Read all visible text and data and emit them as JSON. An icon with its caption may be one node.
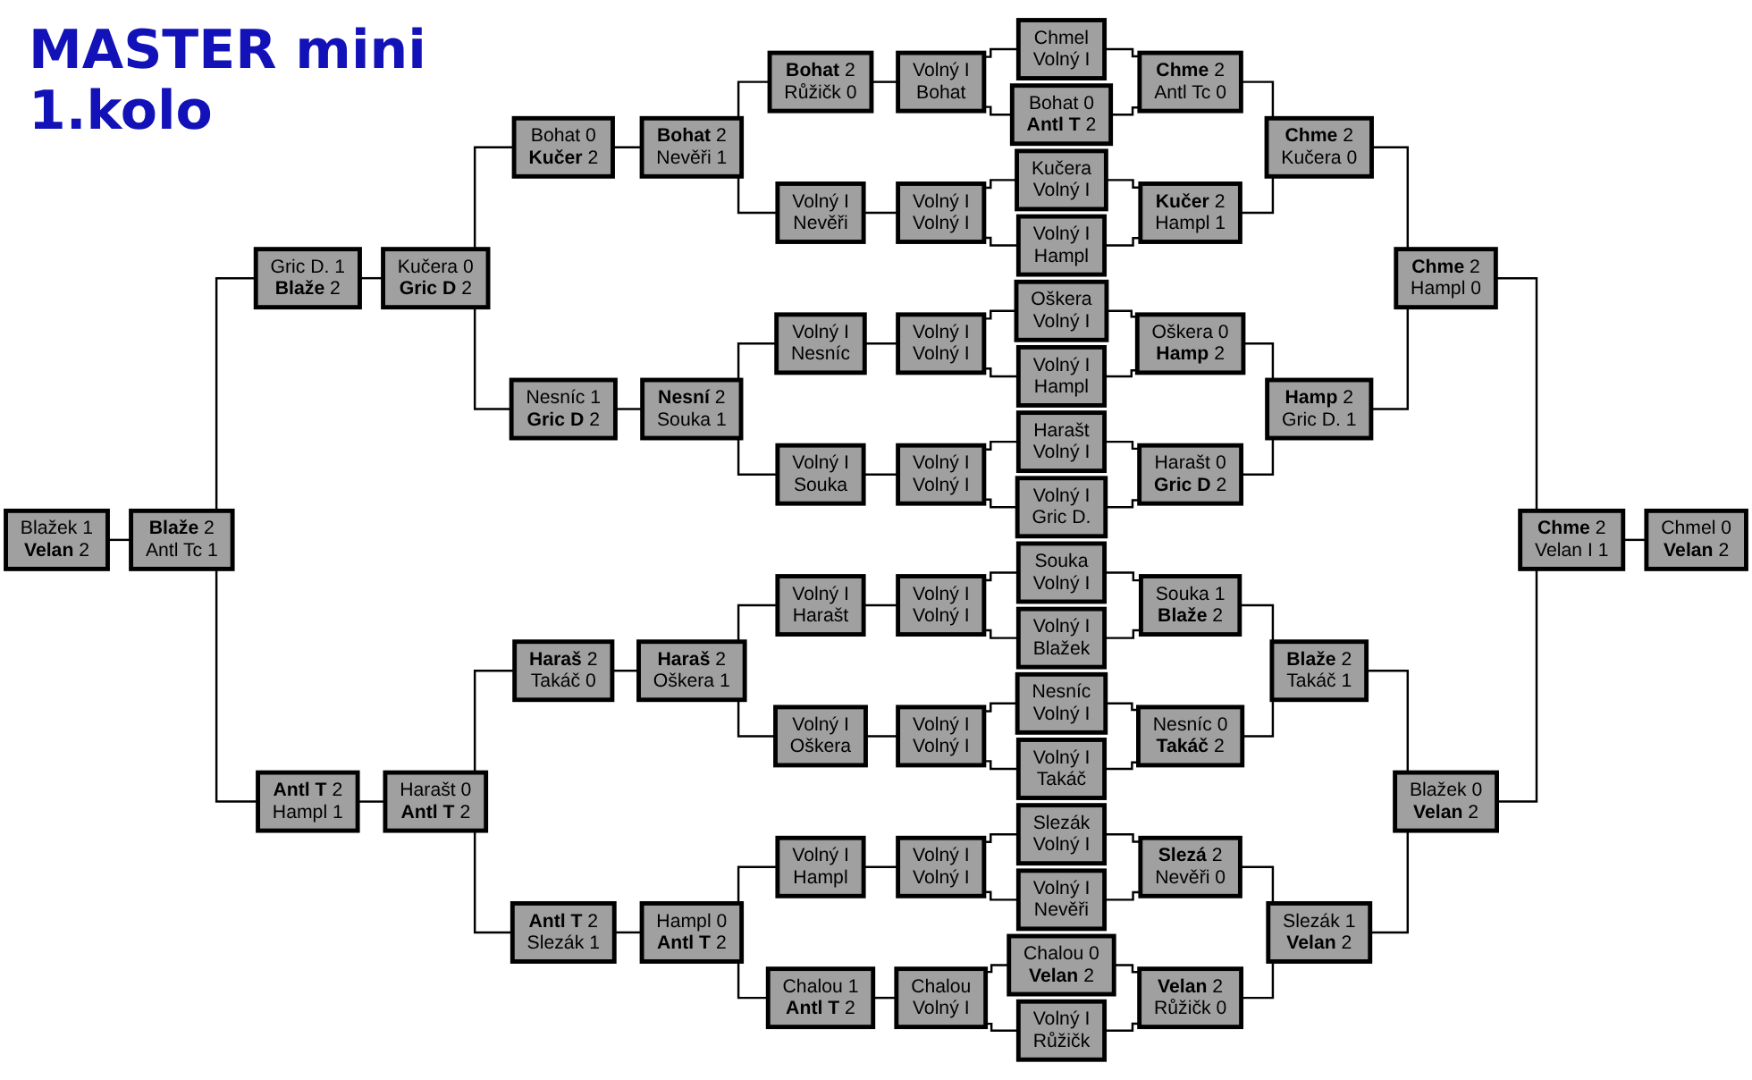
{
  "diagram": {
    "title": "MASTER mini 1.kolo",
    "nodes": [
      {
        "text": [
          "Blažek 1",
          "**Velan** 2"
        ]
      },
      {
        "text": [
          "**Blaže** 2",
          "Antl Tc 1"
        ]
      },
      {
        "text": [
          "Gric D. 1",
          "**Blaže** 2"
        ]
      },
      {
        "text": [
          "**Antl T** 2",
          "Hampl 1"
        ]
      },
      {
        "text": [
          "Kučera 0",
          "**Gric D** 2"
        ]
      },
      {
        "text": [
          "Harašt 0",
          "**Antl T** 2"
        ]
      },
      {
        "text": [
          "Bohat 0",
          "**Kučer** 2"
        ]
      },
      {
        "text": [
          "Nesníc 1",
          "**Gric D** 2"
        ]
      },
      {
        "text": [
          "**Haraš** 2",
          "Takáč 0"
        ]
      },
      {
        "text": [
          "**Antl T** 2",
          "Slezák 1"
        ]
      },
      {
        "text": [
          "**Bohat** 2",
          "Nevěři 1"
        ]
      },
      {
        "text": [
          "**Nesní** 2",
          "Souka 1"
        ]
      },
      {
        "text": [
          "**Haraš** 2",
          "Oškera 1"
        ]
      },
      {
        "text": [
          "Hampl 0",
          "**Antl T** 2"
        ]
      },
      {
        "text": [
          "**Bohat** 2",
          "Růžičk 0"
        ]
      },
      {
        "text": [
          "Volný I",
          "Nevěři"
        ]
      },
      {
        "text": [
          "Volný I",
          "Nesníc"
        ]
      },
      {
        "text": [
          "Volný I",
          "Souka"
        ]
      },
      {
        "text": [
          "Volný I",
          "Harašt"
        ]
      },
      {
        "text": [
          "Volný I",
          "Oškera"
        ]
      },
      {
        "text": [
          "Volný I",
          "Hampl"
        ]
      },
      {
        "text": [
          "Chalou 1",
          "**Antl T** 2"
        ]
      },
      {
        "text": [
          "Volný I",
          "Bohat"
        ]
      },
      {
        "text": [
          "Volný I",
          "Volný I"
        ]
      },
      {
        "text": [
          "Volný I",
          "Volný I"
        ]
      },
      {
        "text": [
          "Volný I",
          "Volný I"
        ]
      },
      {
        "text": [
          "Volný I",
          "Volný I"
        ]
      },
      {
        "text": [
          "Volný I",
          "Volný I"
        ]
      },
      {
        "text": [
          "Volný I",
          "Volný I"
        ]
      },
      {
        "text": [
          "Chalou",
          "Volný I"
        ]
      },
      {
        "text": [
          "Chmel",
          "Volný I"
        ]
      },
      {
        "text": [
          "Bohat 0",
          "**Antl T** 2"
        ]
      },
      {
        "text": [
          "Kučera",
          "Volný I"
        ]
      },
      {
        "text": [
          "Volný I",
          "Hampl"
        ]
      },
      {
        "text": [
          "Oškera",
          "Volný I"
        ]
      },
      {
        "text": [
          "Volný I",
          "Hampl"
        ]
      },
      {
        "text": [
          "Harašt",
          "Volný I"
        ]
      },
      {
        "text": [
          "Volný I",
          "Gric D."
        ]
      },
      {
        "text": [
          "Souka",
          "Volný I"
        ]
      },
      {
        "text": [
          "Volný I",
          "Blažek"
        ]
      },
      {
        "text": [
          "Nesníc",
          "Volný I"
        ]
      },
      {
        "text": [
          "Volný I",
          "Takáč"
        ]
      },
      {
        "text": [
          "Slezák",
          "Volný I"
        ]
      },
      {
        "text": [
          "Volný I",
          "Nevěři"
        ]
      },
      {
        "text": [
          "Chalou 0",
          "**Velan** 2"
        ]
      },
      {
        "text": [
          "Volný I",
          "Růžičk"
        ]
      },
      {
        "text": [
          "**Chme** 2",
          "Antl Tc 0"
        ]
      },
      {
        "text": [
          "**Kučer** 2",
          "Hampl 1"
        ]
      },
      {
        "text": [
          "Oškera 0",
          "**Hamp** 2"
        ]
      },
      {
        "text": [
          "Harašt 0",
          "**Gric D** 2"
        ]
      },
      {
        "text": [
          "Souka 1",
          "**Blaže** 2"
        ]
      },
      {
        "text": [
          "Nesníc 0",
          "**Takáč** 2"
        ]
      },
      {
        "text": [
          "**Slezá** 2",
          "Nevěři 0"
        ]
      },
      {
        "text": [
          "**Velan** 2",
          "Růžičk 0"
        ]
      },
      {
        "text": [
          "**Chme** 2",
          "Kučera 0"
        ]
      },
      {
        "text": [
          "**Hamp** 2",
          "Gric D. 1"
        ]
      },
      {
        "text": [
          "**Blaže** 2",
          "Takáč 1"
        ]
      },
      {
        "text": [
          "Slezák 1",
          "**Velan** 2"
        ]
      },
      {
        "text": [
          "**Chme** 2",
          "Hampl 0"
        ]
      },
      {
        "text": [
          "Blažek 0",
          "**Velan** 2"
        ]
      },
      {
        "text": [
          "**Chme** 2",
          "Velan I 1"
        ]
      },
      {
        "text": [
          "Chmel 0",
          "**Velan** 2"
        ]
      }
    ],
    "edges": [
      {
        "from": 0,
        "to": 1,
        "arrow": "none"
      },
      {
        "from": 1,
        "to": 2,
        "arrow": "none"
      },
      {
        "from": 1,
        "to": 3,
        "arrow": "none"
      },
      {
        "from": 2,
        "to": 4,
        "arrow": "none"
      },
      {
        "from": 3,
        "to": 5,
        "arrow": "none"
      },
      {
        "from": 4,
        "to": 6,
        "arrow": "none"
      },
      {
        "from": 4,
        "to": 7,
        "arrow": "none"
      },
      {
        "from": 5,
        "to": 8,
        "arrow": "none"
      },
      {
        "from": 5,
        "to": 9,
        "arrow": "none"
      },
      {
        "from": 6,
        "to": 10,
        "arrow": "none"
      },
      {
        "from": 7,
        "to": 11,
        "arrow": "none"
      },
      {
        "from": 8,
        "to": 12,
        "arrow": "none"
      },
      {
        "from": 9,
        "to": 13,
        "arrow": "none"
      },
      {
        "from": 10,
        "to": 14,
        "arrow": "none"
      },
      {
        "from": 10,
        "to": 15,
        "arrow": "none"
      },
      {
        "from": 11,
        "to": 16,
        "arrow": "none"
      },
      {
        "from": 11,
        "to": 17,
        "arrow": "none"
      },
      {
        "from": 12,
        "to": 18,
        "arrow": "none"
      },
      {
        "from": 12,
        "to": 19,
        "arrow": "none"
      },
      {
        "from": 13,
        "to": 20,
        "arrow": "none"
      },
      {
        "from": 13,
        "to": 21,
        "arrow": "none"
      },
      {
        "from": 14,
        "to": 22,
        "arrow": "none"
      },
      {
        "from": 15,
        "to": 23,
        "arrow": "none"
      },
      {
        "from": 16,
        "to": 24,
        "arrow": "none"
      },
      {
        "from": 17,
        "to": 25,
        "arrow": "none"
      },
      {
        "from": 18,
        "to": 26,
        "arrow": "none"
      },
      {
        "from": 19,
        "to": 27,
        "arrow": "none"
      },
      {
        "from": 20,
        "to": 28,
        "arrow": "none"
      },
      {
        "from": 21,
        "to": 29,
        "arrow": "none"
      },
      {
        "from": 22,
        "to": 30,
        "arrow": "none"
      },
      {
        "from": 22,
        "to": 31,
        "arrow": "none"
      },
      {
        "from": 23,
        "to": 32,
        "arrow": "none"
      },
      {
        "from": 23,
        "to": 33,
        "arrow": "none"
      },
      {
        "from": 24,
        "to": 34,
        "arrow": "none"
      },
      {
        "from": 24,
        "to": 35,
        "arrow": "none"
      },
      {
        "from": 25,
        "to": 36,
        "arrow": "none"
      },
      {
        "from": 25,
        "to": 37,
        "arrow": "none"
      },
      {
        "from": 26,
        "to": 38,
        "arrow": "none"
      },
      {
        "from": 26,
        "to": 39,
        "arrow": "none"
      },
      {
        "from": 27,
        "to": 40,
        "arrow": "none"
      },
      {
        "from": 27,
        "to": 41,
        "arrow": "none"
      },
      {
        "from": 28,
        "to": 42,
        "arrow": "none"
      },
      {
        "from": 28,
        "to": 43,
        "arrow": "none"
      },
      {
        "from": 29,
        "to": 44,
        "arrow": "none"
      },
      {
        "from": 29,
        "to": 45,
        "arrow": "none"
      },
      {
        "from": 30,
        "to": 46,
        "arrow": "none"
      },
      {
        "from": 31,
        "to": 46,
        "arrow": "none"
      },
      {
        "from": 32,
        "to": 47,
        "arrow": "none"
      },
      {
        "from": 33,
        "to": 47,
        "arrow": "none"
      },
      {
        "from": 34,
        "to": 48,
        "arrow": "none"
      },
      {
        "from": 35,
        "to": 48,
        "arrow": "none"
      },
      {
        "from": 36,
        "to": 49,
        "arrow": "none"
      },
      {
        "from": 37,
        "to": 49,
        "arrow": "none"
      },
      {
        "from": 38,
        "to": 50,
        "arrow": "none"
      },
      {
        "from": 39,
        "to": 50,
        "arrow": "none"
      },
      {
        "from": 40,
        "to": 51,
        "arrow": "none"
      },
      {
        "from": 41,
        "to": 51,
        "arrow": "none"
      },
      {
        "from": 42,
        "to": 52,
        "arrow": "none"
      },
      {
        "from": 43,
        "to": 52,
        "arrow": "none"
      },
      {
        "from": 44,
        "to": 53,
        "arrow": "none"
      },
      {
        "from": 45,
        "to": 53,
        "arrow": "none"
      },
      {
        "from": 46,
        "to": 54,
        "arrow": "none"
      },
      {
        "from": 47,
        "to": 54,
        "arrow": "none"
      },
      {
        "from": 48,
        "to": 55,
        "arrow": "none"
      },
      {
        "from": 49,
        "to": 55,
        "arrow": "none"
      },
      {
        "from": 50,
        "to": 56,
        "arrow": "none"
      },
      {
        "from": 51,
        "to": 56,
        "arrow": "none"
      },
      {
        "from": 52,
        "to": 57,
        "arrow": "none"
      },
      {
        "from": 53,
        "to": 57,
        "arrow": "none"
      },
      {
        "from": 54,
        "to": 58,
        "arrow": "none"
      },
      {
        "from": 55,
        "to": 58,
        "arrow": "none"
      },
      {
        "from": 56,
        "to": 59,
        "arrow": "none"
      },
      {
        "from": 57,
        "to": 59,
        "arrow": "none"
      },
      {
        "from": 58,
        "to": 60,
        "arrow": "none"
      },
      {
        "from": 59,
        "to": 60,
        "arrow": "none"
      },
      {
        "from": 60,
        "to": 61,
        "arrow": "none"
      }
    ]
  }
}
